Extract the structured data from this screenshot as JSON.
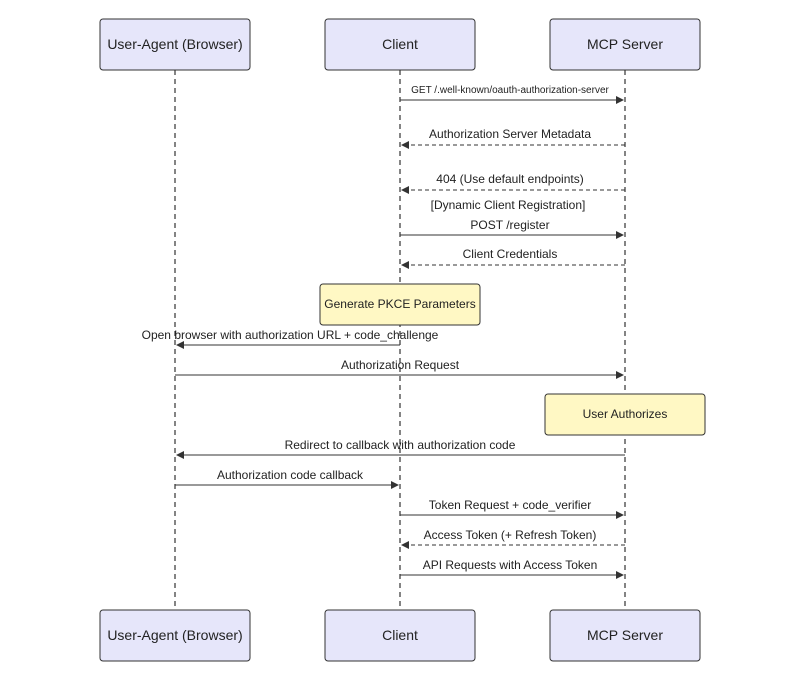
{
  "participants": {
    "user_agent": "User-Agent (Browser)",
    "client": "Client",
    "mcp_server": "MCP Server"
  },
  "messages": [
    {
      "label": "GET /.well-known/oauth-authorization-server",
      "from": "client",
      "to": "mcp_server",
      "style": "solid"
    },
    {
      "label": "Authorization Server Metadata",
      "from": "mcp_server",
      "to": "client",
      "style": "dashed"
    },
    {
      "label": "404 (Use default endpoints)",
      "from": "mcp_server",
      "to": "client",
      "style": "dashed"
    },
    {
      "label": "[Dynamic Client Registration]",
      "kind": "annotation"
    },
    {
      "label": "POST /register",
      "from": "client",
      "to": "mcp_server",
      "style": "solid"
    },
    {
      "label": "Client Credentials",
      "from": "mcp_server",
      "to": "client",
      "style": "dashed"
    },
    {
      "label": "Open browser with authorization URL + code_challenge",
      "from": "client",
      "to": "user_agent",
      "style": "solid"
    },
    {
      "label": "Authorization Request",
      "from": "user_agent",
      "to": "mcp_server",
      "style": "solid"
    },
    {
      "label": "Redirect to callback with authorization code",
      "from": "mcp_server",
      "to": "user_agent",
      "style": "solid"
    },
    {
      "label": "Authorization code callback",
      "from": "user_agent",
      "to": "client",
      "style": "solid"
    },
    {
      "label": "Token Request + code_verifier",
      "from": "client",
      "to": "mcp_server",
      "style": "solid"
    },
    {
      "label": "Access Token (+ Refresh Token)",
      "from": "mcp_server",
      "to": "client",
      "style": "dashed"
    },
    {
      "label": "API Requests with Access Token",
      "from": "client",
      "to": "mcp_server",
      "style": "solid"
    }
  ],
  "notes": [
    {
      "label": "Generate PKCE Parameters",
      "over": "client"
    },
    {
      "label": "User Authorizes",
      "over": "mcp_server"
    }
  ],
  "colors": {
    "actor_fill": "#e6e6fa",
    "note_fill": "#fff8c4",
    "line": "#333333"
  }
}
